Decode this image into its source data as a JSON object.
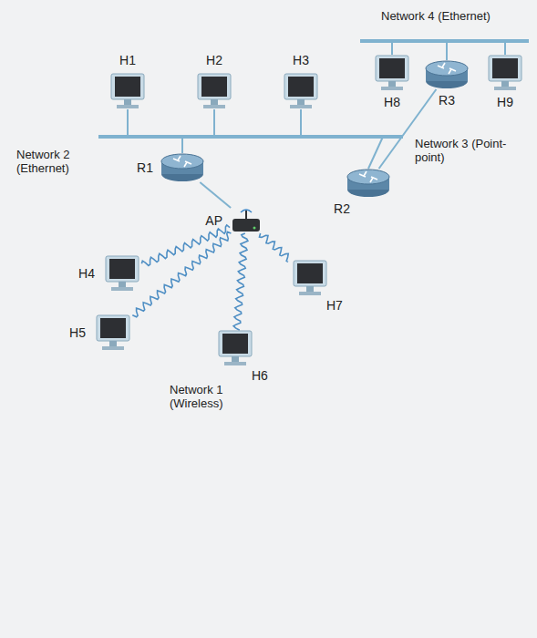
{
  "diagram": {
    "nodes": [
      {
        "text": [
          "H1"
        ]
      },
      {
        "text": [
          "H2"
        ]
      },
      {
        "text": [
          "H3"
        ]
      },
      {
        "text": [
          "H8"
        ]
      },
      {
        "text": [
          "R3"
        ]
      },
      {
        "text": [
          "H9"
        ]
      },
      {
        "text": [
          "R1"
        ]
      },
      {
        "text": [
          "R2"
        ]
      },
      {
        "text": [
          "AP"
        ]
      },
      {
        "text": [
          "H4"
        ]
      },
      {
        "text": [
          "H7"
        ]
      },
      {
        "text": [
          "H5"
        ]
      },
      {
        "text": [
          "H6"
        ]
      }
    ],
    "edges": [
      {
        "from": 6,
        "to": 8,
        "arrow": "none"
      },
      {
        "from": 7,
        "to": 4,
        "arrow": "none"
      },
      {
        "from": 8,
        "to": 9,
        "arrow": "none"
      },
      {
        "from": 8,
        "to": 11,
        "arrow": "none"
      },
      {
        "from": 8,
        "to": 12,
        "arrow": "none"
      },
      {
        "from": 8,
        "to": 10,
        "arrow": "none"
      }
    ],
    "labels": [
      "Network 4 (Ethernet)",
      "Network 2 (Ethernet)",
      "Network 3 (Point-point)",
      "Network 1 (Wireless)"
    ]
  }
}
